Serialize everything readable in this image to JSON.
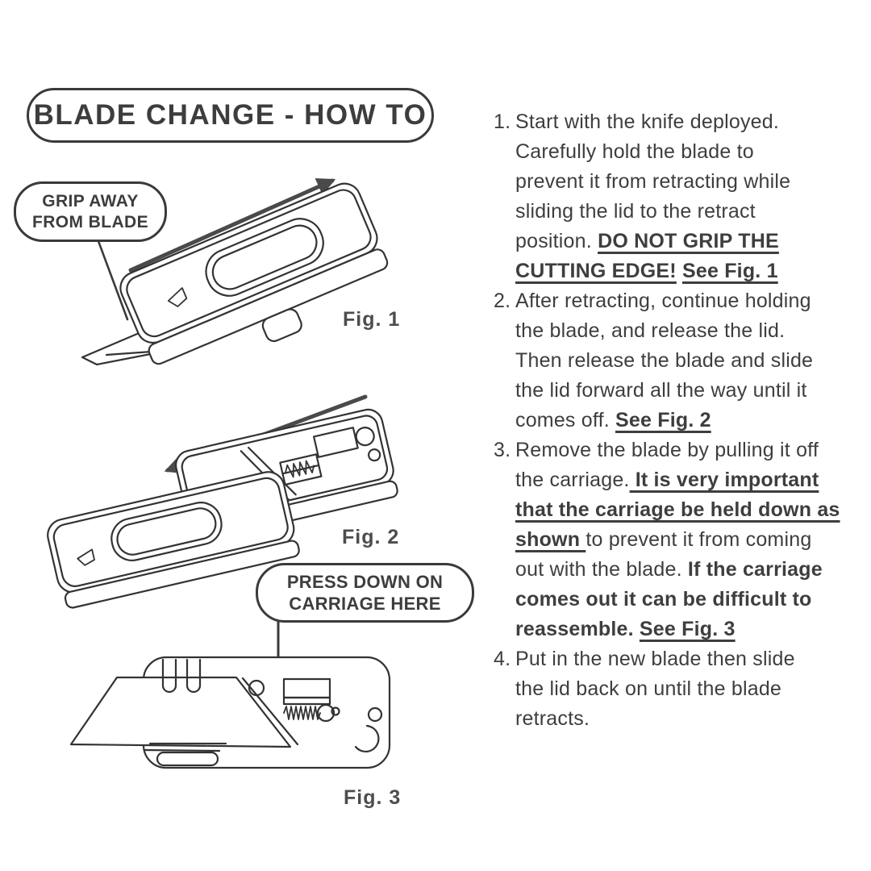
{
  "title": "BLADE CHANGE - HOW TO",
  "callouts": {
    "grip_away": "GRIP AWAY\nFROM BLADE",
    "press_down": "PRESS DOWN ON\nCARRIAGE HERE"
  },
  "figures": {
    "fig1": {
      "label": "Fig. 1",
      "icon": "utility-knife-deployed-drawing",
      "arrow_icon": "slide-arrow-up-right"
    },
    "fig2": {
      "label": "Fig. 2",
      "icon": "utility-knife-lid-sliding-off-drawing",
      "arrow_icon": "slide-arrow-down-left"
    },
    "fig3": {
      "label": "Fig. 3",
      "icon": "utility-knife-open-carriage-drawing",
      "pointer_icon": "carriage-pointer-line"
    }
  },
  "steps": [
    {
      "number": "1.",
      "segments": [
        {
          "style": "n",
          "text": "Start with the knife deployed.\nCarefully hold the blade to\nprevent it from retracting while\nsliding the lid to the retract\nposition. "
        },
        {
          "style": "bu",
          "text": "DO NOT GRIP THE\nCUTTING EDGE!"
        },
        {
          "style": "n",
          "text": " "
        },
        {
          "style": "bu",
          "text": "See Fig. 1"
        }
      ]
    },
    {
      "number": "2.",
      "segments": [
        {
          "style": "n",
          "text": "After retracting, continue holding\nthe blade, and release the lid.\nThen release the blade and slide\nthe lid forward all the way until it\ncomes off. "
        },
        {
          "style": "bu",
          "text": "See Fig. 2"
        }
      ]
    },
    {
      "number": "3.",
      "segments": [
        {
          "style": "n",
          "text": "Remove the blade by pulling it off\nthe carriage."
        },
        {
          "style": "bu",
          "text": " It is very important\nthat the carriage be held down as\nshown "
        },
        {
          "style": "n",
          "text": "to prevent it from coming\nout with the blade. "
        },
        {
          "style": "b",
          "text": "If the carriage\ncomes out it can be difficult to\nreassemble. "
        },
        {
          "style": "bu",
          "text": "See Fig. 3"
        }
      ]
    },
    {
      "number": "4.",
      "segments": [
        {
          "style": "n",
          "text": "Put in the new blade then slide\nthe lid back on until the blade\nretracts."
        }
      ]
    }
  ],
  "colors": {
    "background": "#ffffff",
    "text": "#3e3e3e",
    "line_art": "#333333",
    "arrow": "#4a4a4a",
    "border": "#3a3a3a"
  }
}
